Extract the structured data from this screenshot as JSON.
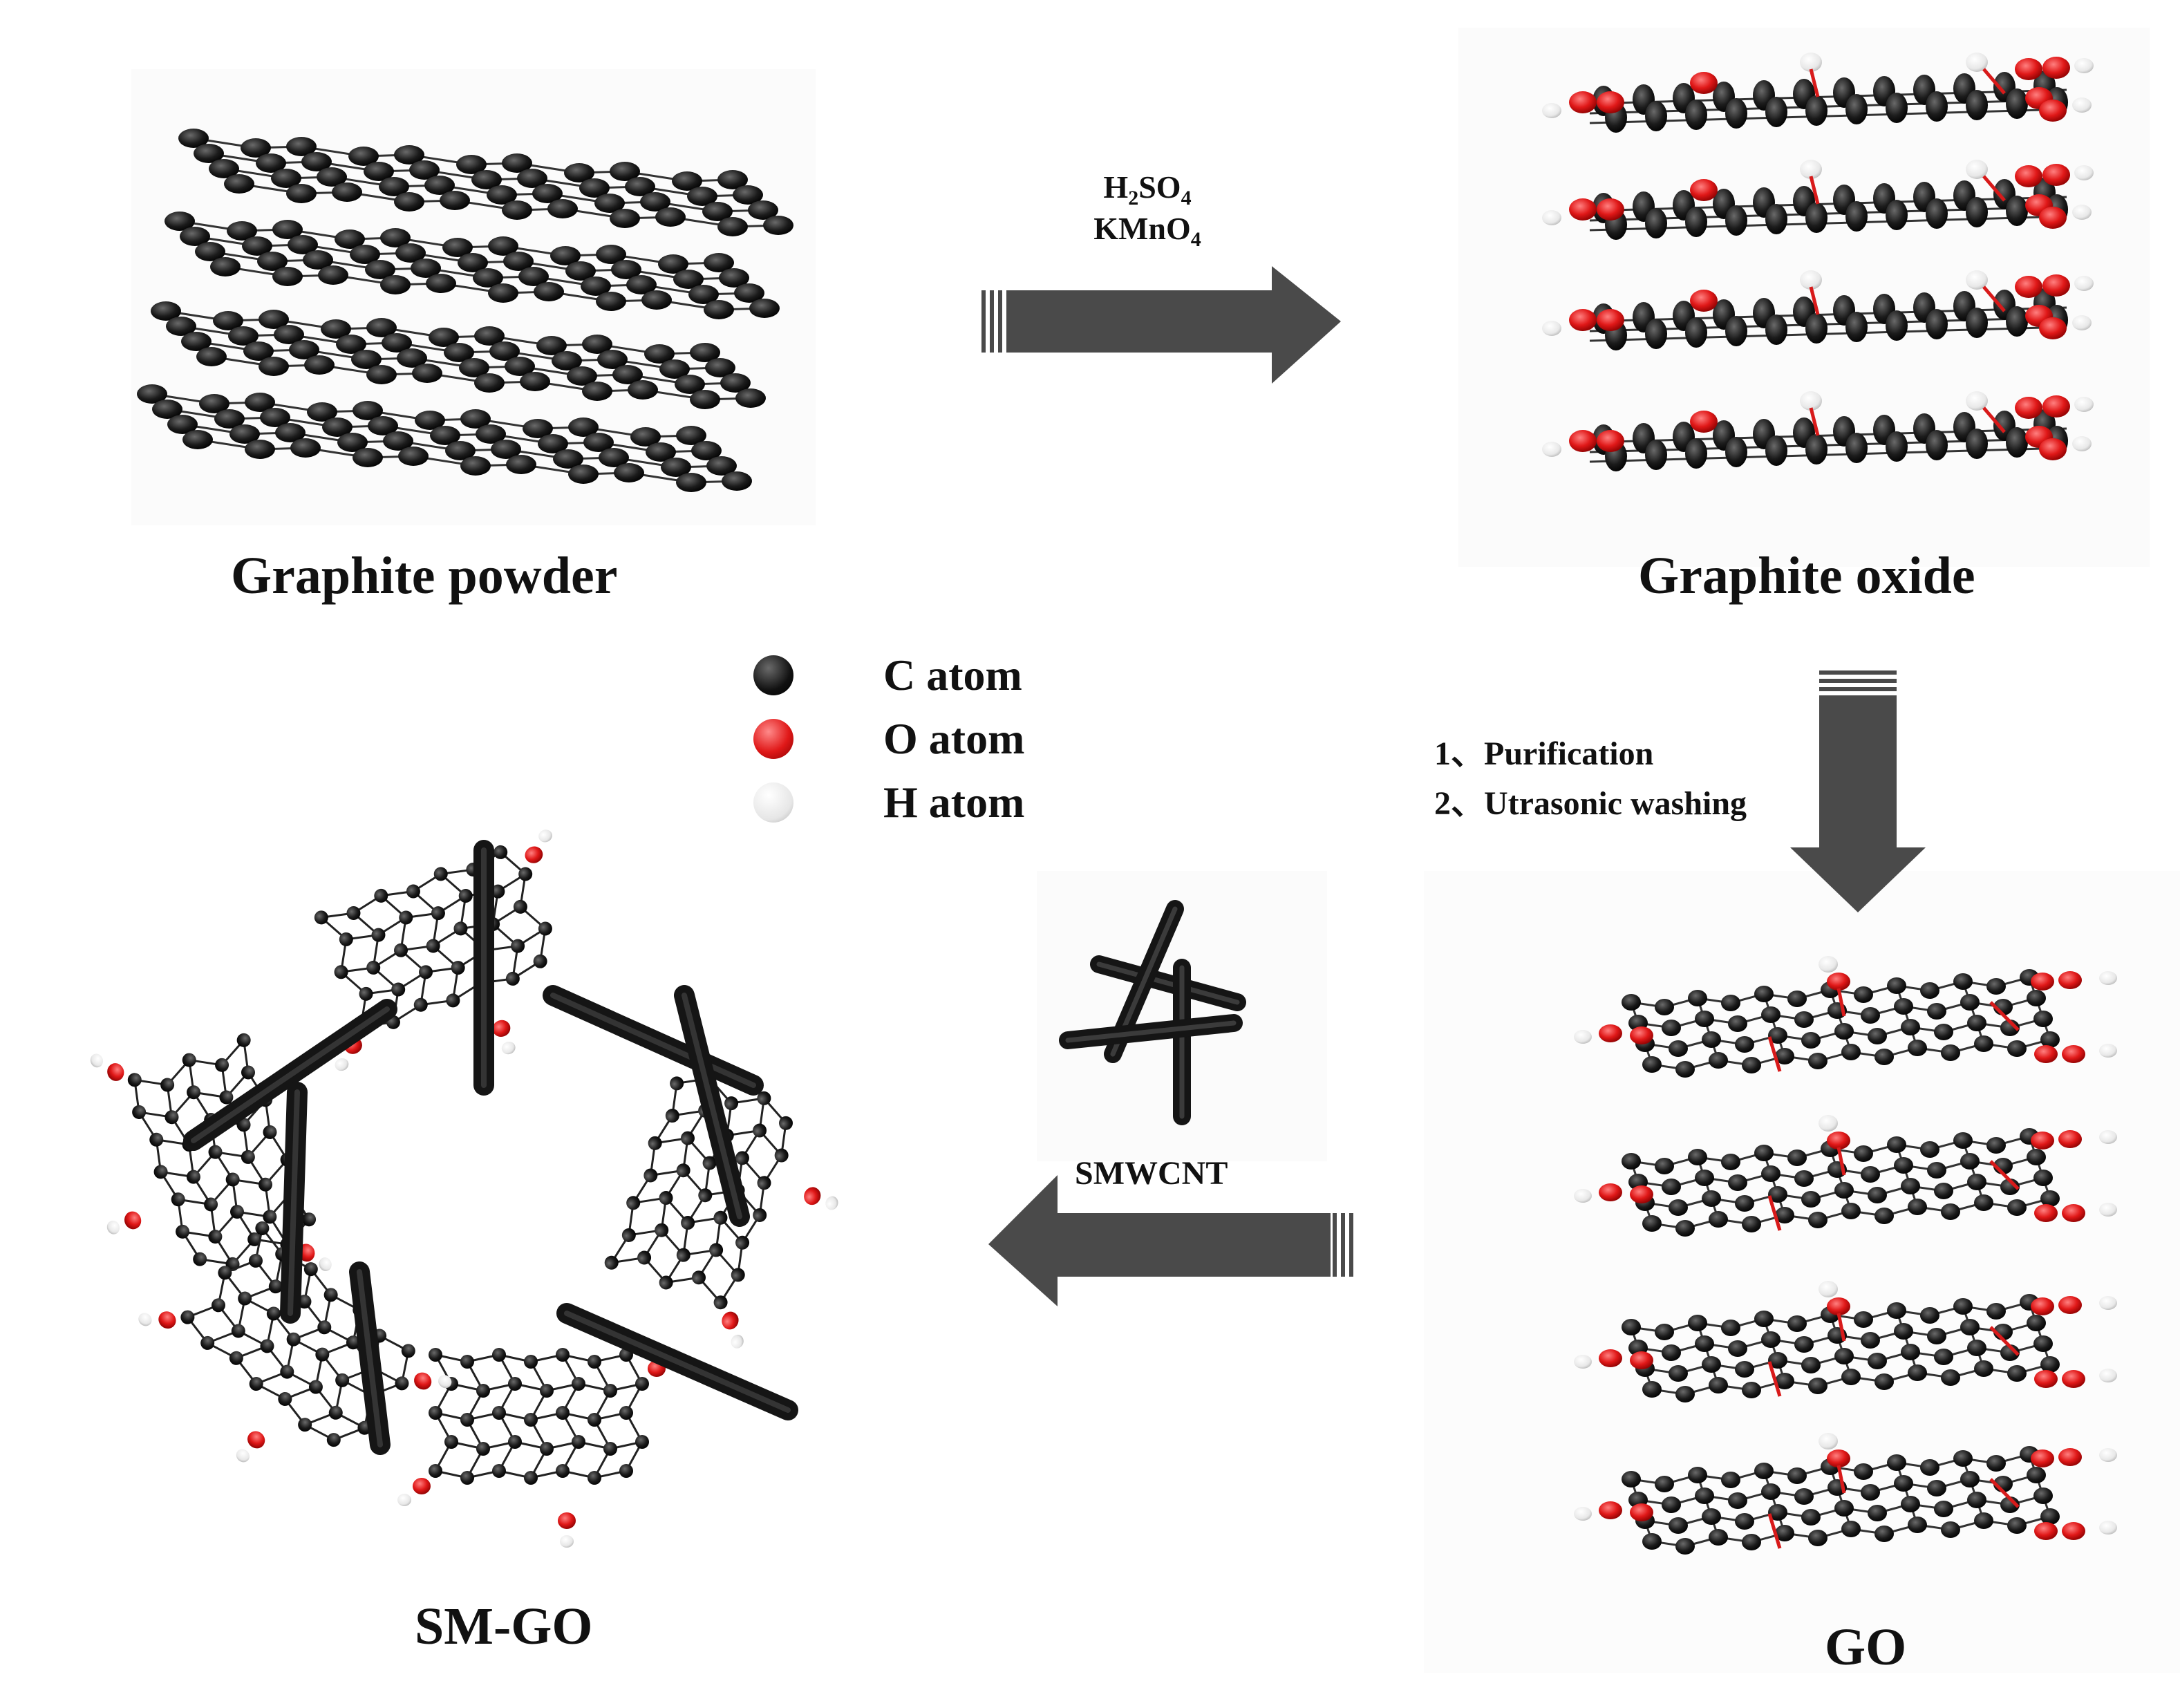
{
  "labels": {
    "graphite_powder": "Graphite powder",
    "graphite_oxide": "Graphite oxide",
    "go": "GO",
    "sm_go": "SM-GO",
    "smwcnt": "SMWCNT"
  },
  "conditions": {
    "line1_main": "H",
    "line1_sub1": "2",
    "line1_mid": "SO",
    "line1_sub2": "4",
    "line2_main": "KMnO",
    "line2_sub": "4"
  },
  "steps": [
    "1、Purification",
    "2、Utrasonic washing"
  ],
  "legend": [
    {
      "label": "C atom",
      "color": "#111111"
    },
    {
      "label": "O atom",
      "color": "#e01b1b"
    },
    {
      "label": "H atom",
      "color": "#eeeeee"
    }
  ],
  "colors": {
    "carbon": "#1a1a1a",
    "oxygen": "#d81a1a",
    "hydrogen": "#f2f2f2",
    "arrow": "#4a4a4a",
    "bond": "#222222"
  }
}
